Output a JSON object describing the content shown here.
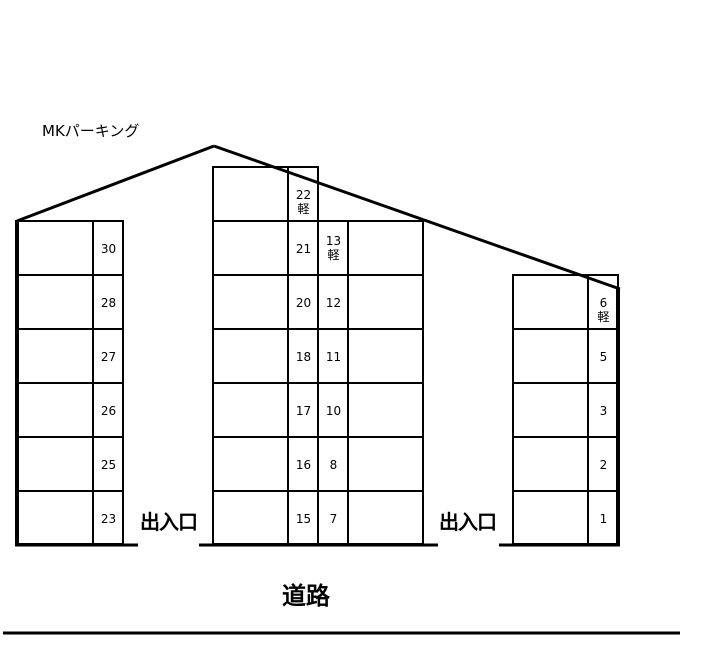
{
  "title": "MKパーキング",
  "road_label": "道路",
  "entrance_label": "出入口",
  "kei_label": "軽",
  "colors": {
    "line": "#000000",
    "background": "#ffffff"
  },
  "blocks": {
    "left": {
      "spaces": [
        {
          "number": "30",
          "kei": false
        },
        {
          "number": "28",
          "kei": false
        },
        {
          "number": "27",
          "kei": false
        },
        {
          "number": "26",
          "kei": false
        },
        {
          "number": "25",
          "kei": false
        },
        {
          "number": "23",
          "kei": false
        }
      ]
    },
    "center_left": {
      "spaces": [
        {
          "number": "22",
          "kei": true,
          "kei_text": "軽"
        },
        {
          "number": "21",
          "kei": false
        },
        {
          "number": "20",
          "kei": false
        },
        {
          "number": "18",
          "kei": false
        },
        {
          "number": "17",
          "kei": false
        },
        {
          "number": "16",
          "kei": false
        },
        {
          "number": "15",
          "kei": false
        }
      ]
    },
    "center_right": {
      "spaces": [
        {
          "number": "13",
          "kei": true,
          "kei_text": "軽"
        },
        {
          "number": "12",
          "kei": false
        },
        {
          "number": "11",
          "kei": false
        },
        {
          "number": "10",
          "kei": false
        },
        {
          "number": "8",
          "kei": false
        },
        {
          "number": "7",
          "kei": false
        }
      ]
    },
    "right": {
      "spaces": [
        {
          "number": "6",
          "kei": true,
          "kei_text": "軽"
        },
        {
          "number": "5",
          "kei": false
        },
        {
          "number": "3",
          "kei": false
        },
        {
          "number": "2",
          "kei": false
        },
        {
          "number": "1",
          "kei": false
        }
      ]
    }
  },
  "entrances": [
    {
      "label": "出入口",
      "position": "between-left-and-center"
    },
    {
      "label": "出入口",
      "position": "between-center-and-right"
    }
  ]
}
